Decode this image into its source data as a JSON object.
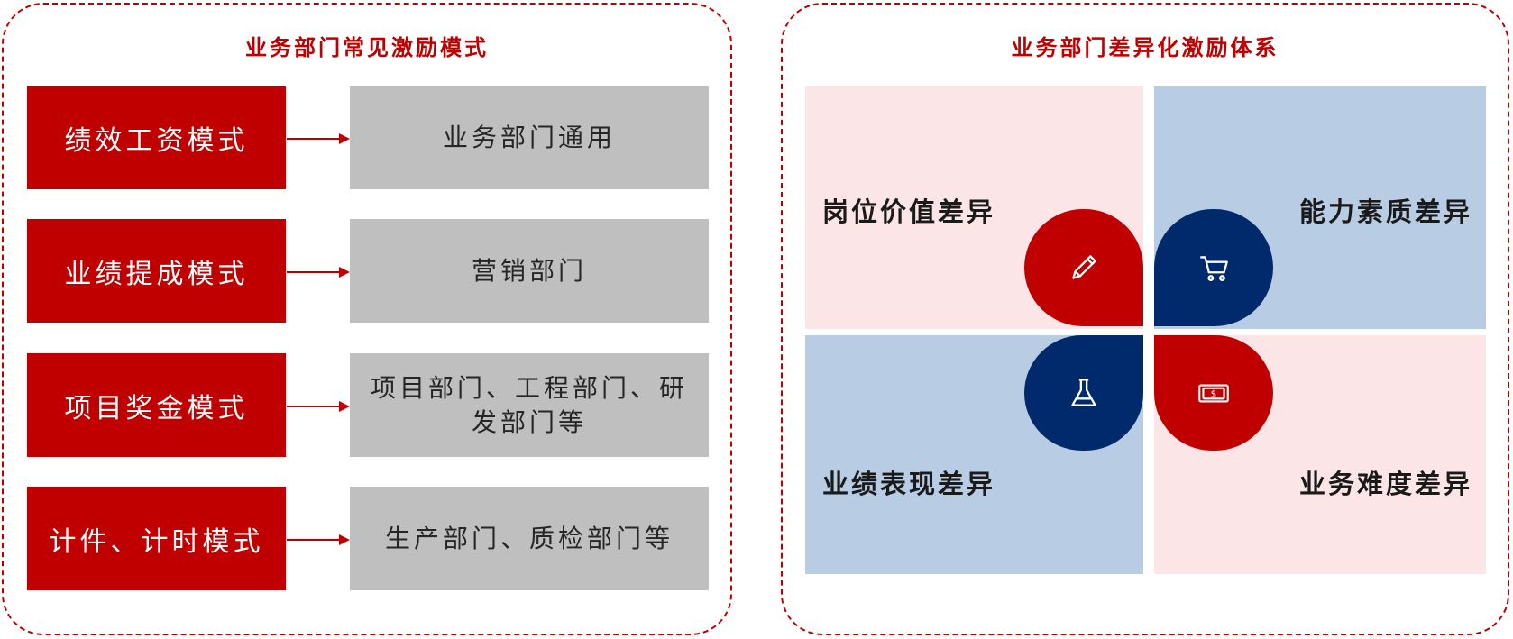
{
  "left_panel": {
    "title": "业务部门常见激励模式",
    "rows": [
      {
        "mode": "绩效工资模式",
        "departments": "业务部门通用"
      },
      {
        "mode": "业绩提成模式",
        "departments": "营销部门"
      },
      {
        "mode": "项目奖金模式",
        "departments": "项目部门、工程部门、研发部门等"
      },
      {
        "mode": "计件、计时模式",
        "departments": "生产部门、质检部门等"
      }
    ]
  },
  "right_panel": {
    "title": "业务部门差异化激励体系",
    "quadrants": {
      "top_left": "岗位价值差异",
      "top_right": "能力素质差异",
      "bottom_left": "业绩表现差异",
      "bottom_right": "业务难度差异"
    },
    "icons": {
      "top_left": "pencil-icon",
      "top_right": "shopping-cart-icon",
      "bottom_left": "flask-icon",
      "bottom_right": "money-bill-icon"
    }
  },
  "colors": {
    "accent_red": "#c00000",
    "navy": "#002a6c",
    "light_pink": "#fbe5e6",
    "light_blue": "#b8cce4",
    "gray_box": "#bfbfbf"
  }
}
